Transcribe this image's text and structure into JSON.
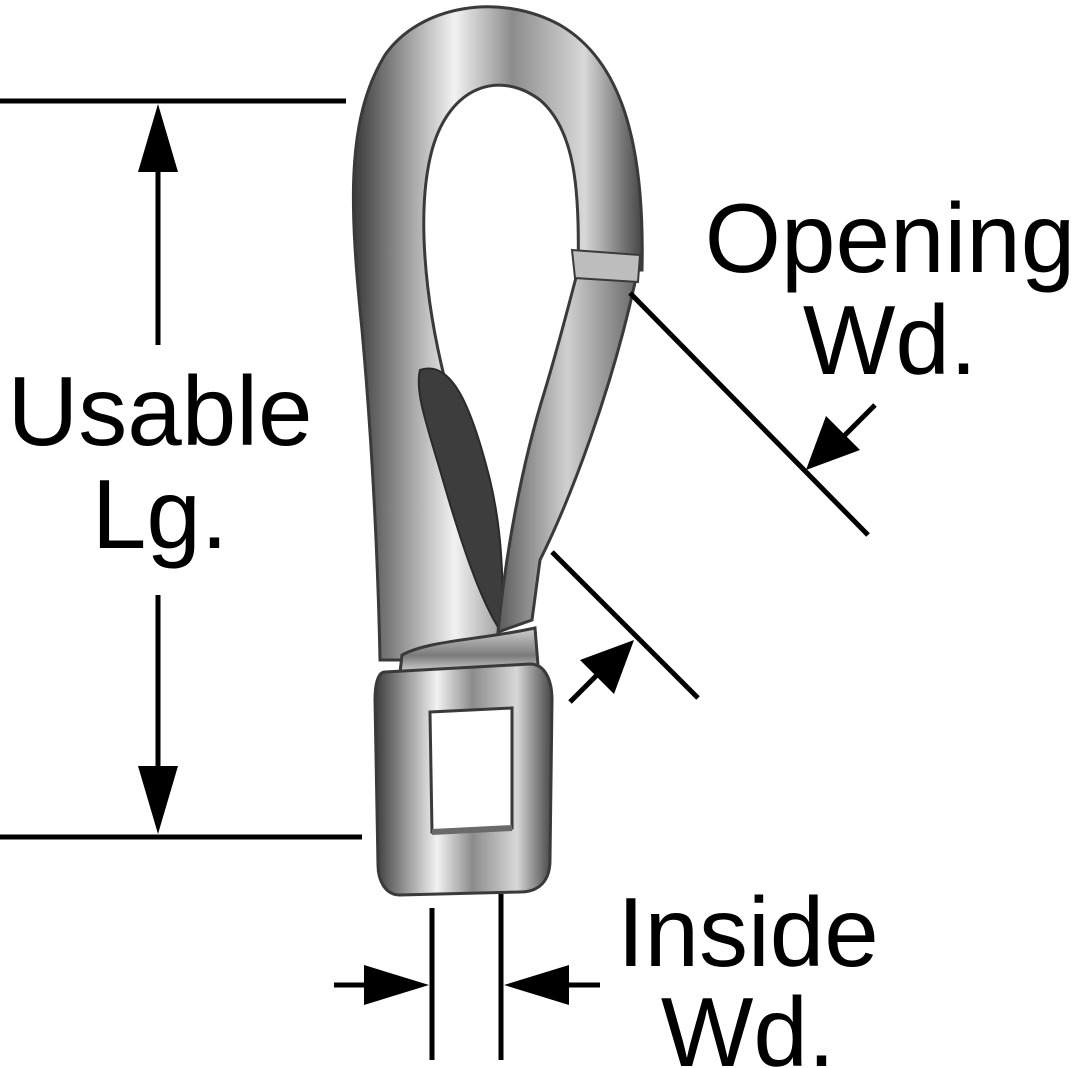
{
  "labels": {
    "usable_length": [
      "Usable",
      "Lg."
    ],
    "opening_width": [
      "Opening",
      "Wd."
    ],
    "inside_width": [
      "Inside",
      "Wd."
    ]
  },
  "colors": {
    "ink": "#000000",
    "metal_dark": "#3a3a3a",
    "metal_mid": "#8c8c8c",
    "metal_light": "#e6e6e6",
    "background": "#ffffff"
  }
}
